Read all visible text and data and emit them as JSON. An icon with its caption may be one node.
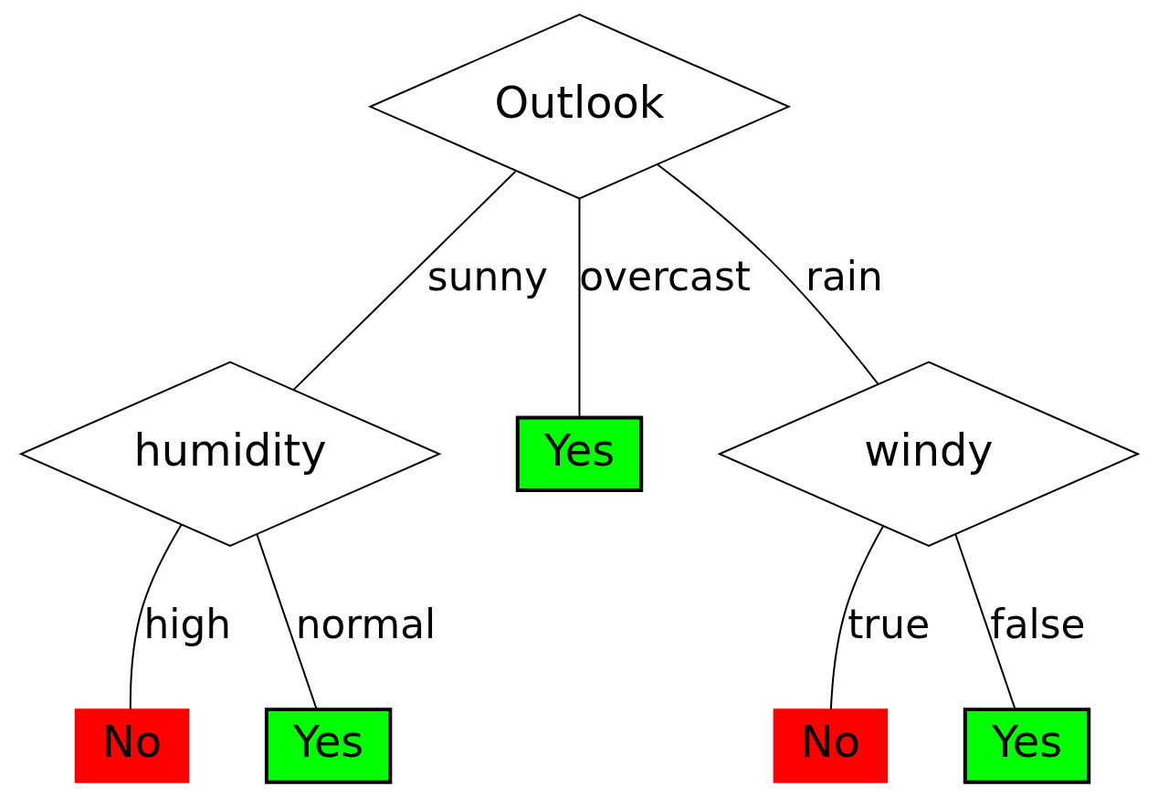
{
  "diagram": {
    "nodes": [
      {
        "text": [
          "Outlook"
        ]
      },
      {
        "text": [
          "Yes"
        ]
      },
      {
        "text": [
          "humidity"
        ]
      },
      {
        "text": [
          "windy"
        ]
      },
      {
        "text": [
          "No"
        ]
      },
      {
        "text": [
          "Yes"
        ]
      },
      {
        "text": [
          "No"
        ]
      },
      {
        "text": [
          "Yes"
        ]
      }
    ],
    "edges": [
      {
        "from": 0,
        "to": 2,
        "arrow": "none",
        "label": "sunny"
      },
      {
        "from": 0,
        "to": 1,
        "arrow": "none",
        "label": "overcast"
      },
      {
        "from": 0,
        "to": 3,
        "arrow": "none",
        "label": "rain"
      },
      {
        "from": 2,
        "to": 4,
        "arrow": "none",
        "label": "high"
      },
      {
        "from": 2,
        "to": 5,
        "arrow": "none",
        "label": "normal"
      },
      {
        "from": 3,
        "to": 6,
        "arrow": "none",
        "label": "true"
      },
      {
        "from": 3,
        "to": 7,
        "arrow": "none",
        "label": "false"
      }
    ]
  }
}
